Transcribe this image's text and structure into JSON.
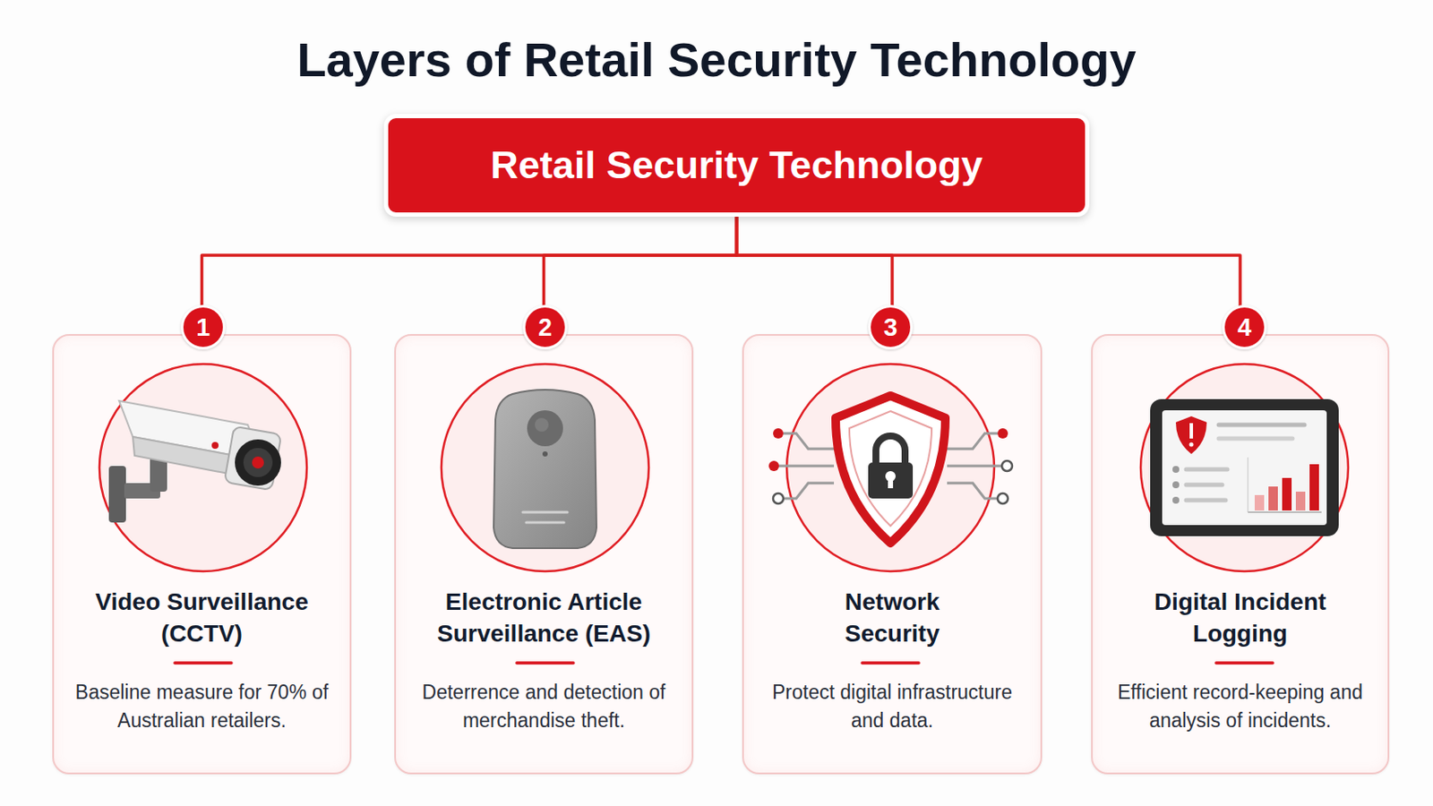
{
  "diagram": {
    "title": "Layers of Retail Security Technology",
    "nodes": [
      {
        "text": [
          "Retail Security Technology"
        ]
      },
      {
        "text": [
          "Video Surveillance (CCTV)",
          "Baseline measure for 70% of Australian retailers."
        ]
      },
      {
        "text": [
          "Electronic Article Surveillance (EAS)",
          "Deterrence and detection of merchandise theft."
        ]
      },
      {
        "text": [
          "Network Security",
          "Protect digital infrastructure and data."
        ]
      },
      {
        "text": [
          "Digital Incident Logging",
          "Efficient record-keeping and analysis of incidents."
        ]
      }
    ],
    "edges": [
      {
        "from": 0,
        "to": 1,
        "arrow": "none"
      },
      {
        "from": 0,
        "to": 2,
        "arrow": "none"
      },
      {
        "from": 0,
        "to": 3,
        "arrow": "none"
      },
      {
        "from": 0,
        "to": 4,
        "arrow": "none"
      }
    ],
    "labels": [
      "1",
      "2",
      "3",
      "4"
    ]
  }
}
